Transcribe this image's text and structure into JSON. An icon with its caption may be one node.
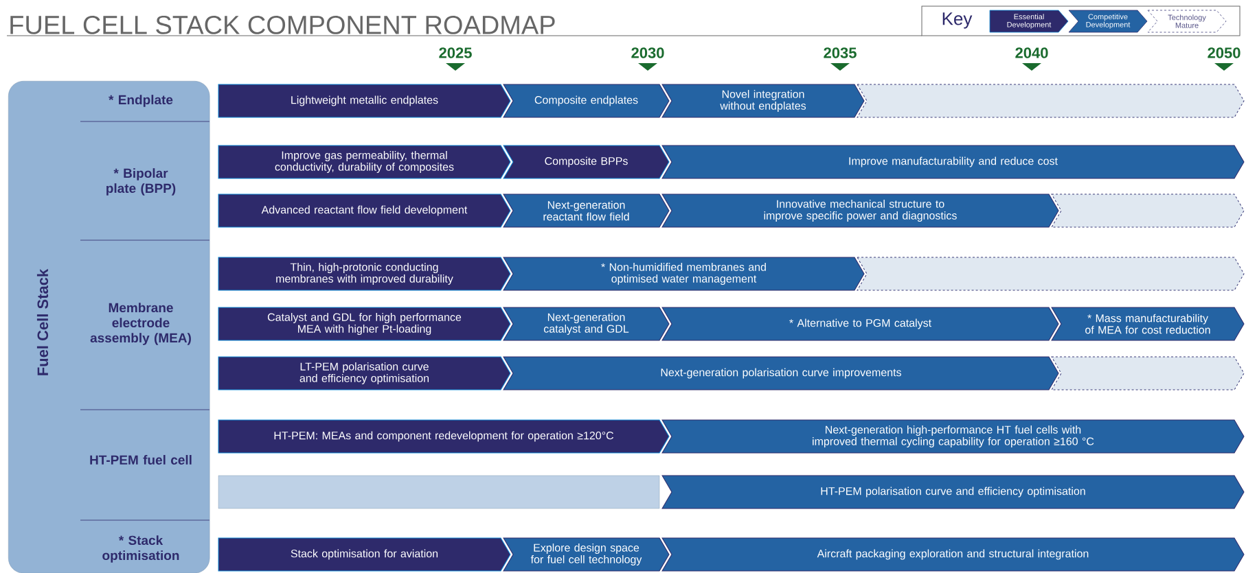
{
  "diagram": {
    "title": "FUEL CELL STACK COMPONENT ROADMAP",
    "nodes": [
      {
        "text": [
          "Fuel Cell Stack"
        ]
      },
      {
        "text": [
          "Lightweight metallic endplates"
        ]
      },
      {
        "text": [
          "Composite endplates"
        ]
      },
      {
        "text": [
          "Novel integration without endplates"
        ]
      },
      {
        "text": [],
        "shape": "chevron"
      },
      {
        "text": [
          "Improve gas permeability, thermal conductivity, durability of composites"
        ]
      },
      {
        "text": [
          "Composite BPPs"
        ]
      },
      {
        "text": [
          "Improve manufacturability and reduce cost"
        ]
      },
      {
        "text": [
          "Advanced reactant flow field development"
        ]
      },
      {
        "text": [
          "Next-generation reactant flow field"
        ]
      },
      {
        "text": [
          "Innovative mechanical structure to improve specific power and diagnostics"
        ]
      },
      {
        "text": [],
        "shape": "chevron"
      },
      {
        "text": [
          "Thin, high-protonic conducting membranes with improved durability"
        ]
      },
      {
        "text": [
          "* Non-humidified membranes and optimised water management"
        ]
      },
      {
        "text": [],
        "shape": "chevron"
      },
      {
        "text": [
          "Catalyst and GDL for high performance MEA with higher Pt-loading"
        ]
      },
      {
        "text": [
          "Next-generation catalyst and GDL"
        ]
      },
      {
        "text": [
          "* Alternative to PGM catalyst"
        ]
      },
      {
        "text": [
          "* Mass manufacturability of MEA for cost reduction"
        ]
      },
      {
        "text": [
          "LT-PEM polarisation curve and efficiency optimisation"
        ]
      },
      {
        "text": [
          "Next-generation polarisation curve improvements"
        ]
      },
      {
        "text": [],
        "shape": "chevron"
      },
      {
        "text": [
          "HT-PEM: MEAs and component redevelopment for operation ≥120°C"
        ]
      },
      {
        "text": [
          "Next-generation high-performance HT fuel cells with improved thermal cycling capability for operation ≥160 °C"
        ]
      },
      {
        "text": [],
        "shape": "bar"
      },
      {
        "text": [
          "HT-PEM polarisation curve and efficiency optimisation"
        ]
      },
      {
        "text": [
          "Stack optimisation for aviation"
        ]
      },
      {
        "text": [
          "Explore design space for fuel cell technology"
        ]
      },
      {
        "text": [
          "Aircraft packaging exploration and structural integration"
        ]
      }
    ],
    "labels": [
      "Key",
      "2025",
      "2030",
      "2035",
      "2040",
      "2050",
      "* Endplate",
      "* Bipolar plate (BPP)",
      "Membrane electrode assembly (MEA)",
      "HT-PEM fuel cell",
      "* Stack optimisation"
    ],
    "legend": [
      {
        "text": "Essential Development",
        "color": "#2e2a6b"
      },
      {
        "text": "Competitive Development",
        "color": "#2463a3"
      },
      {
        "text": "Technology Mature"
      }
    ]
  }
}
